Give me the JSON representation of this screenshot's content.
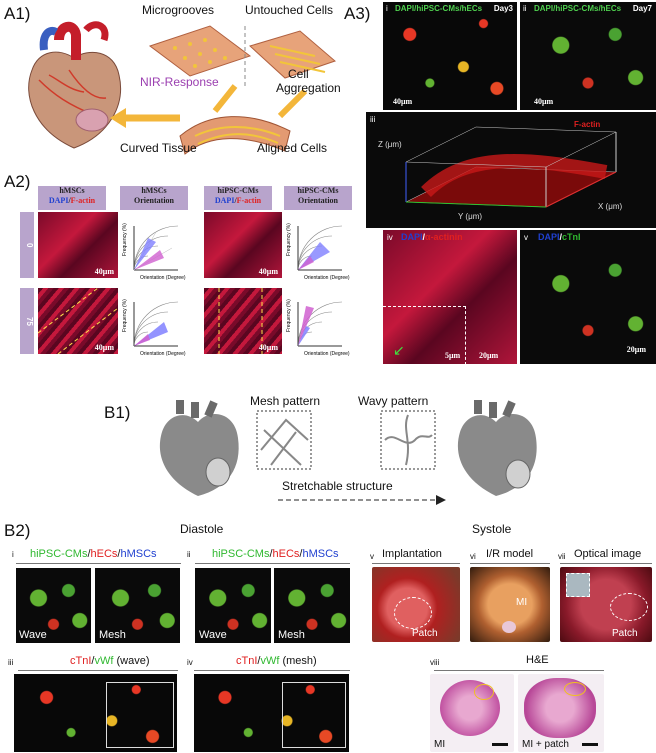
{
  "section_labels": {
    "a1": "A1)",
    "a2": "A2)",
    "a3": "A3)",
    "b1": "B1)",
    "b2": "B2)"
  },
  "a1": {
    "microgrooves": "Microgrooves",
    "untouched": "Untouched Cells",
    "nir": "NIR-Response",
    "cell": "Cell",
    "aggregation": "Aggregation",
    "curved": "Curved Tissue",
    "aligned": "Aligned Cells"
  },
  "a2": {
    "headers": [
      {
        "line1": "hMSCs",
        "line2a": "DAPI",
        "line2b": "F-actin"
      },
      {
        "line1": "hMSCs",
        "line2": "Orientation"
      },
      {
        "line1": "hiPSC-CMs",
        "line2a": "DAPI",
        "line2b": "F-actin"
      },
      {
        "line1": "hiPSC-CMs",
        "line2": "Orientation"
      }
    ],
    "rows": [
      "0",
      "75"
    ],
    "scale": "40μm",
    "polar_ylabel": "Frequency (%)",
    "polar_xlabel": "Orientation (Degree)"
  },
  "a3": {
    "i": {
      "num": "i",
      "labels": "DAPI/hiPSC-CMs/hECs",
      "day": "Day3",
      "scale": "40μm"
    },
    "ii": {
      "num": "ii",
      "labels": "DAPI/hiPSC-CMs/hECs",
      "day": "Day7",
      "scale": "40μm"
    },
    "iii": {
      "num": "iii",
      "stain": "F-actin",
      "z": "Z (μm)",
      "y": "Y (μm)",
      "x": "X (μm)"
    },
    "iv": {
      "num": "iv",
      "dapi": "DAPI",
      "stain": "α-actinin",
      "scale1": "5μm",
      "scale2": "20μm"
    },
    "v": {
      "num": "v",
      "dapi": "DAPI",
      "stain": "cTnI",
      "scale": "20μm"
    }
  },
  "b1": {
    "mesh": "Mesh pattern",
    "wavy": "Wavy pattern",
    "stretch": "Stretchable structure"
  },
  "b2": {
    "diastole": "Diastole",
    "systole": "Systole",
    "i": {
      "num": "i",
      "cms": "hiPSC-CMs",
      "ecs": "hECs",
      "mscs": "hMSCs",
      "wave": "Wave",
      "mesh": "Mesh"
    },
    "ii": {
      "num": "ii",
      "cms": "hiPSC-CMs",
      "ecs": "hECs",
      "mscs": "hMSCs",
      "wave": "Wave",
      "mesh": "Mesh"
    },
    "iii": {
      "num": "iii",
      "ctni": "cTnI",
      "vwf": "vWf",
      "mode": "(wave)"
    },
    "iv": {
      "num": "iv",
      "ctni": "cTnI",
      "vwf": "vWf",
      "mode": "(mesh)"
    },
    "v": {
      "num": "v",
      "title": "Implantation",
      "patch": "Patch"
    },
    "vi": {
      "num": "vi",
      "title": "I/R model",
      "mi": "MI"
    },
    "vii": {
      "num": "vii",
      "title": "Optical image",
      "patch": "Patch"
    },
    "viii": {
      "num": "viii",
      "title": "H&E",
      "mi": "MI",
      "mi_patch": "MI + patch"
    }
  }
}
